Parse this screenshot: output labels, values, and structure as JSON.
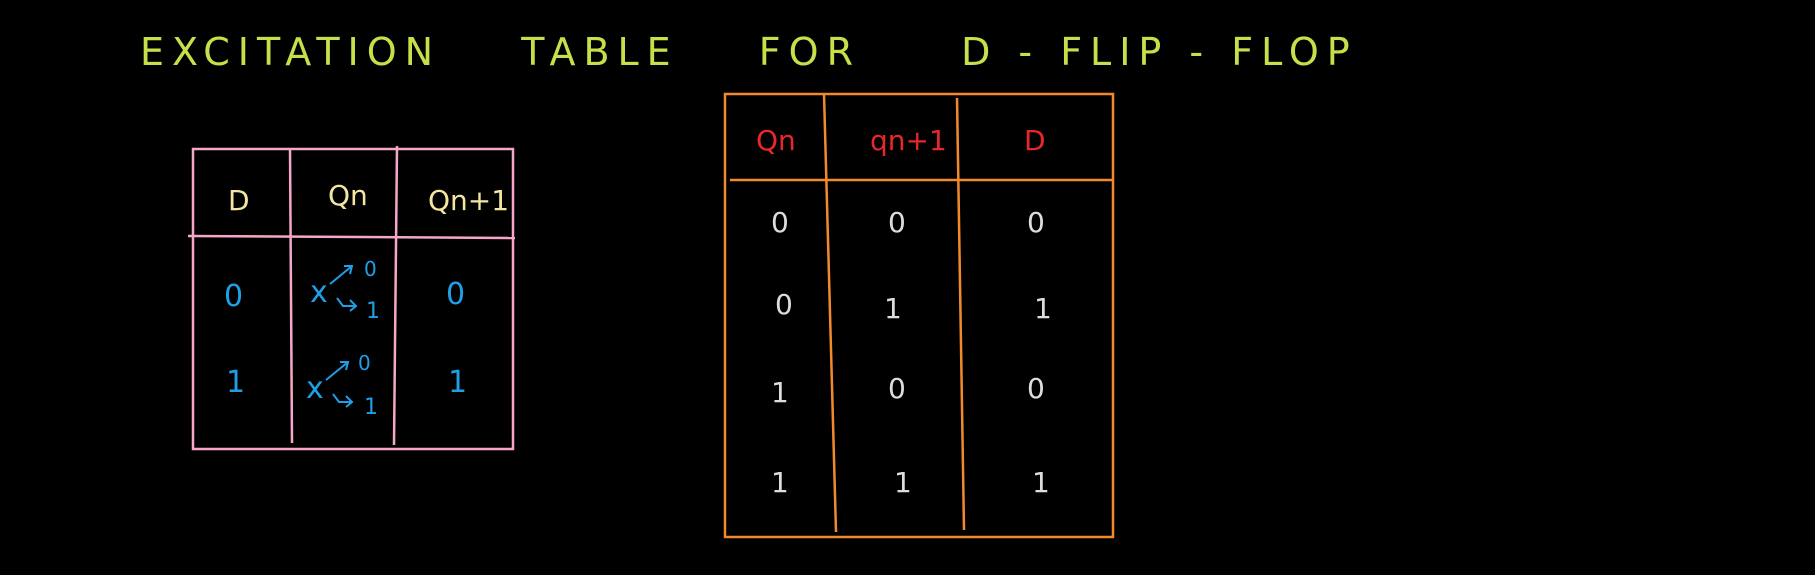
{
  "title": {
    "word1": "EXCITATION",
    "word2": "TABLE",
    "word3": "FOR",
    "word4": "D - FLIP - FLOP"
  },
  "table_left": {
    "headers": [
      "D",
      "Qn",
      "Qn+1"
    ],
    "rows": [
      {
        "d": "0",
        "qn_x": "x",
        "qn_a": "0",
        "qn_b": "1",
        "qn1": "0"
      },
      {
        "d": "1",
        "qn_x": "x",
        "qn_a": "0",
        "qn_b": "1",
        "qn1": "1"
      }
    ],
    "colors": {
      "border": "#f4a7c8",
      "header": "#f3e6a0",
      "body": "#1e9fe6"
    }
  },
  "table_right": {
    "headers": [
      "Qn",
      "qn+1",
      "D"
    ],
    "rows": [
      [
        "0",
        "0",
        "0"
      ],
      [
        "0",
        "1",
        "1"
      ],
      [
        "1",
        "0",
        "0"
      ],
      [
        "1",
        "1",
        "1"
      ]
    ],
    "colors": {
      "border": "#f28a2c",
      "header": "#e8272a",
      "body": "#dddddd"
    }
  }
}
